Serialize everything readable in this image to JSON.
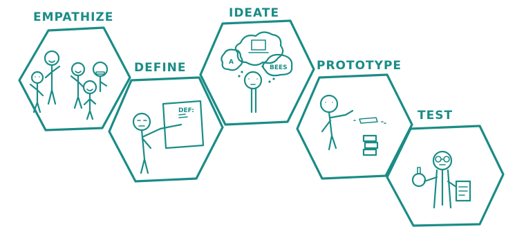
{
  "stages": [
    {
      "id": "empathize",
      "label": "EMPATHIZE"
    },
    {
      "id": "define",
      "label": "DEFINE",
      "board_text": "DEF:"
    },
    {
      "id": "ideate",
      "label": "IDEATE",
      "idea_text": "BEES",
      "idea_letter": "A"
    },
    {
      "id": "prototype",
      "label": "PROTOTYPE"
    },
    {
      "id": "test",
      "label": "TEST"
    }
  ],
  "colors": {
    "ink": "#1a8c86",
    "background": "#ffffff"
  }
}
